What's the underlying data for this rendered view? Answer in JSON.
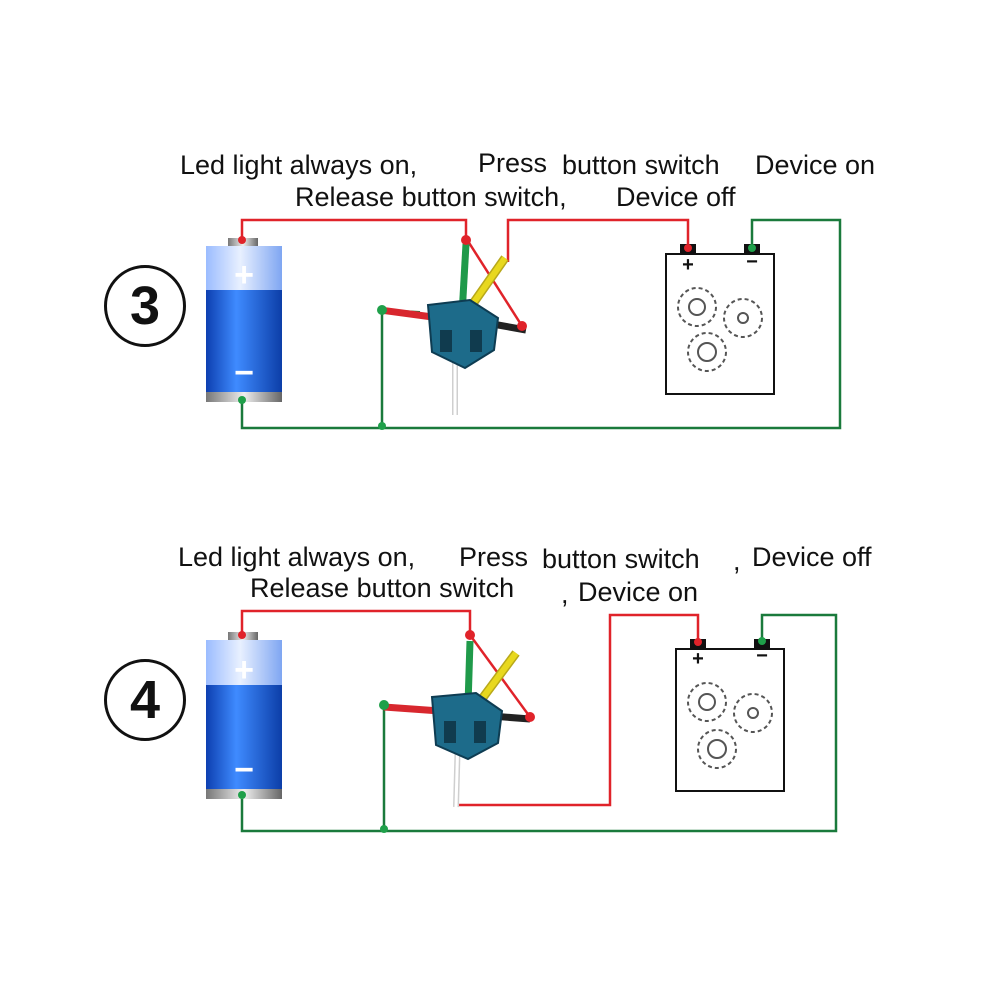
{
  "panels": [
    {
      "number": "3",
      "line1": {
        "led": "Led light always on,",
        "press": "Press",
        "button_switch": "button switch",
        "device": "Device on"
      },
      "line2": {
        "release": "Release button switch,",
        "device": "Device off"
      }
    },
    {
      "number": "4",
      "line1": {
        "led": "Led light always on,",
        "press": "Press",
        "button_switch": "button switch",
        "comma": ",",
        "device": "Device off"
      },
      "line2": {
        "release": "Release button switch",
        "comma": ",",
        "device": "Device on"
      }
    }
  ],
  "symbols": {
    "plus": "+",
    "minus": "−"
  },
  "colors": {
    "positive_wire": "#e0232a",
    "negative_wire": "#1a7a3c",
    "battery_blue": "#1a5fe0",
    "switch_body": "#1d6b8a",
    "yellow_wire": "#e8d81e"
  }
}
